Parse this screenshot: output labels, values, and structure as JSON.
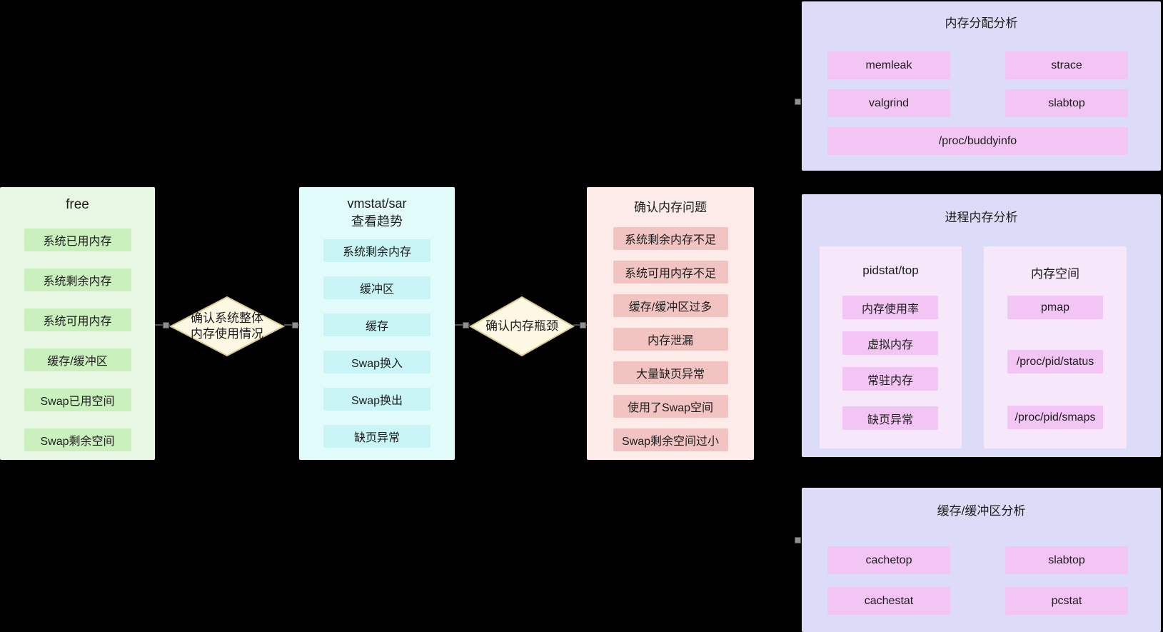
{
  "free_box": {
    "title": "free",
    "items": [
      "系统已用内存",
      "系统剩余内存",
      "系统可用内存",
      "缓存/缓冲区",
      "Swap已用空间",
      "Swap剩余空间"
    ]
  },
  "diamond1": {
    "line1": "确认系统整体",
    "line2": "内存使用情况"
  },
  "vmstat_box": {
    "title_line1": "vmstat/sar",
    "title_line2": "查看趋势",
    "items": [
      "系统剩余内存",
      "缓冲区",
      "缓存",
      "Swap换入",
      "Swap换出",
      "缺页异常"
    ]
  },
  "diamond2": {
    "label": "确认内存瓶颈"
  },
  "problem_box": {
    "title": "确认内存问题",
    "items": [
      "系统剩余内存不足",
      "系统可用内存不足",
      "缓存/缓冲区过多",
      "内存泄漏",
      "大量缺页异常",
      "使用了Swap空间",
      "Swap剩余空间过小"
    ]
  },
  "alloc_box": {
    "title": "内存分配分析",
    "items": [
      "memleak",
      "strace",
      "valgrind",
      "slabtop",
      "/proc/buddyinfo"
    ]
  },
  "process_box": {
    "title": "进程内存分析",
    "panel1": {
      "title": "pidstat/top",
      "items": [
        "内存使用率",
        "虚拟内存",
        "常驻内存",
        "缺页异常"
      ]
    },
    "panel2": {
      "title": "内存空间",
      "items": [
        "pmap",
        "/proc/pid/status",
        "/proc/pid/smaps"
      ]
    }
  },
  "cache_box": {
    "title": "缓存/缓冲区分析",
    "items": [
      "cachetop",
      "slabtop",
      "cachestat",
      "pcstat"
    ]
  },
  "colors": {
    "background": "#000000",
    "free_box_bg": "#e8f7e3",
    "free_item_bg": "#c9f0bd",
    "vmstat_box_bg": "#e1fbfa",
    "vmstat_item_bg": "#caf5f6",
    "problem_box_bg": "#fcebe9",
    "problem_item_bg": "#f1c4c2",
    "analysis_box_bg": "#dddcf8",
    "analysis_item_bg": "#f3c5f4",
    "analysis_panel_bg": "#f7e7fa",
    "diamond_fill": "#fcf8e3",
    "diamond_border": "#dbcb92",
    "connector": "#4f4f4f"
  }
}
